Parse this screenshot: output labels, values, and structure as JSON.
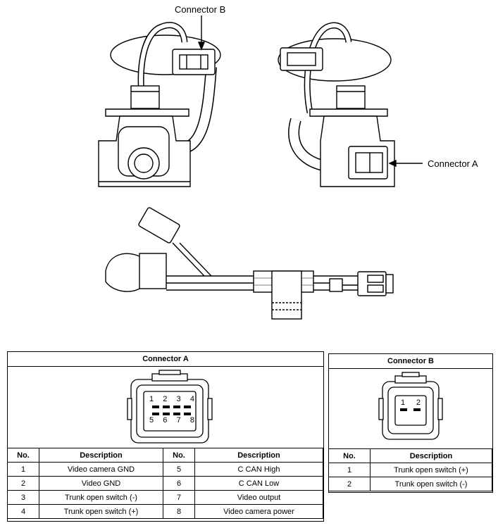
{
  "labels": {
    "connector_b_callout": "Connector B",
    "connector_a_callout": "Connector A"
  },
  "connector_a": {
    "title": "Connector A",
    "pins_top": [
      "1",
      "2",
      "3",
      "4"
    ],
    "pins_bottom": [
      "5",
      "6",
      "7",
      "8"
    ],
    "headers": [
      "No.",
      "Description",
      "No.",
      "Description"
    ],
    "rows": [
      {
        "no1": "1",
        "desc1": "Video camera GND",
        "no2": "5",
        "desc2": "C CAN High"
      },
      {
        "no1": "2",
        "desc1": "Video GND",
        "no2": "6",
        "desc2": "C CAN Low"
      },
      {
        "no1": "3",
        "desc1": "Trunk open switch (-)",
        "no2": "7",
        "desc2": "Video output"
      },
      {
        "no1": "4",
        "desc1": "Trunk open switch (+)",
        "no2": "8",
        "desc2": "Video camera power"
      }
    ]
  },
  "connector_b": {
    "title": "Connector B",
    "pins": [
      "1",
      "2"
    ],
    "headers": [
      "No.",
      "Description"
    ],
    "rows": [
      {
        "no": "1",
        "desc": "Trunk open switch (+)"
      },
      {
        "no": "2",
        "desc": "Trunk open switch (-)"
      }
    ]
  }
}
